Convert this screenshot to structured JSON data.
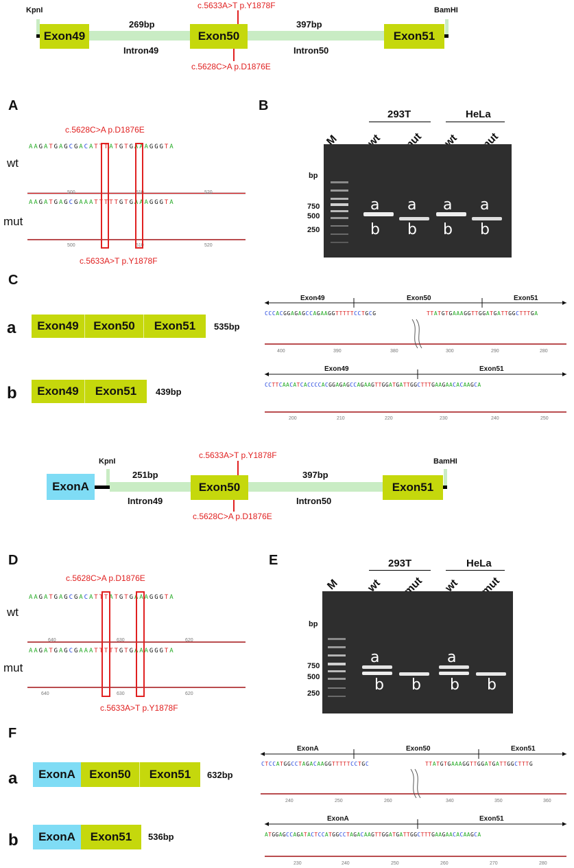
{
  "colors": {
    "exon": "#c5d80c",
    "exonA": "#7fdcf5",
    "intron": "#c9ecc4",
    "mutation": "#e02020",
    "gel": "#2e2e2e"
  },
  "top_construct": {
    "kpni": "KpnI",
    "bamhi": "BamHI",
    "exon49": "Exon49",
    "exon50": "Exon50",
    "exon51": "Exon51",
    "len1": "269bp",
    "len2": "397bp",
    "intron49": "Intron49",
    "intron50": "Intron50",
    "mut_top": "c.5633A>T p.Y1878F",
    "mut_bottom": "c.5628C>A p.D1876E"
  },
  "panel_A": {
    "label": "A",
    "mut_top": "c.5628C>A p.D1876E",
    "mut_bottom": "c.5633A>T p.Y1878F",
    "row_wt": "wt",
    "row_mut": "mut",
    "seq_wt": "AAGATGAGCGACATTTATGTGAAAGGGTA",
    "seq_mut": "AAGATGAGCGAAATTTTTGTGAAAGGGTA",
    "ticks": [
      "500",
      "510",
      "520"
    ]
  },
  "panel_B": {
    "label": "B",
    "group1": "293T",
    "group2": "HeLa",
    "lanes": [
      "M",
      "wt",
      "mut",
      "wt",
      "mut"
    ],
    "bp": "bp",
    "markers": [
      "750",
      "500",
      "250"
    ],
    "band_a": "a",
    "band_b": "b"
  },
  "panel_C": {
    "label": "C",
    "row_a": "a",
    "row_b": "b",
    "a_exons": [
      "Exon49",
      "Exon50",
      "Exon51"
    ],
    "a_len": "535bp",
    "b_exons": [
      "Exon49",
      "Exon51"
    ],
    "b_len": "439bp",
    "trace_a_headers": [
      "Exon49",
      "Exon50",
      "Exon51"
    ],
    "trace_a_seq_left": "CCCACGGAGAGCCAGAAGGTTTTTCCTGCG",
    "trace_a_seq_right": "TTATGTGAAAGGTTGGATGATTGGCTTTGA",
    "trace_a_ticks": [
      "400",
      "390",
      "380",
      "300",
      "290",
      "280"
    ],
    "trace_b_headers": [
      "Exon49",
      "Exon51"
    ],
    "trace_b_seq": "CCTTCAACATCACCCCACGGAGAGCCAGAAGTTGGATGATTGGCTTTGAAGAACACAAGCA",
    "trace_b_ticks": [
      "200",
      "210",
      "220",
      "230",
      "240",
      "250"
    ]
  },
  "mid_construct": {
    "exonA": "ExonA",
    "kpni": "KpnI",
    "bamhi": "BamHI",
    "exon50": "Exon50",
    "exon51": "Exon51",
    "len1": "251bp",
    "len2": "397bp",
    "intron49": "Intron49",
    "intron50": "Intron50",
    "mut_top": "c.5633A>T p.Y1878F",
    "mut_bottom": "c.5628C>A p.D1876E"
  },
  "panel_D": {
    "label": "D",
    "mut_top": "c.5628C>A p.D1876E",
    "mut_bottom": "c.5633A>T p.Y1878F",
    "row_wt": "wt",
    "row_mut": "mut",
    "seq_wt": "AAGATGAGCGACATTTATGTGAAAGGGTA",
    "seq_mut": "AAGATGAGCGAAATTTTTGTGAAAGGGTA",
    "ticks": [
      "640",
      "630",
      "620"
    ]
  },
  "panel_E": {
    "label": "E",
    "group1": "293T",
    "group2": "HeLa",
    "lanes": [
      "M",
      "wt",
      "mut",
      "wt",
      "mut"
    ],
    "bp": "bp",
    "markers": [
      "750",
      "500",
      "250"
    ],
    "band_a": "a",
    "band_b": "b"
  },
  "panel_F": {
    "label": "F",
    "row_a": "a",
    "row_b": "b",
    "a_exons": [
      "ExonA",
      "Exon50",
      "Exon51"
    ],
    "a_len": "632bp",
    "b_exons": [
      "ExonA",
      "Exon51"
    ],
    "b_len": "536bp",
    "trace_a_headers": [
      "ExonA",
      "Exon50",
      "Exon51"
    ],
    "trace_a_seq_left": "CTCCATGGCCTAGACAAGGTTTTTCCTGC",
    "trace_a_seq_right": "TTATGTGAAAGGTTGGATGATTGGCTTTG",
    "trace_a_ticks": [
      "240",
      "250",
      "260",
      "340",
      "350",
      "360"
    ],
    "trace_b_headers": [
      "ExonA",
      "Exon51"
    ],
    "trace_b_seq": "ATGGAGCCAGATACTCCATGGCCTAGACAAGTTGGATGATTGGCTTTGAAGAACACAAGCA",
    "trace_b_ticks": [
      "230",
      "240",
      "250",
      "260",
      "270",
      "280"
    ]
  }
}
